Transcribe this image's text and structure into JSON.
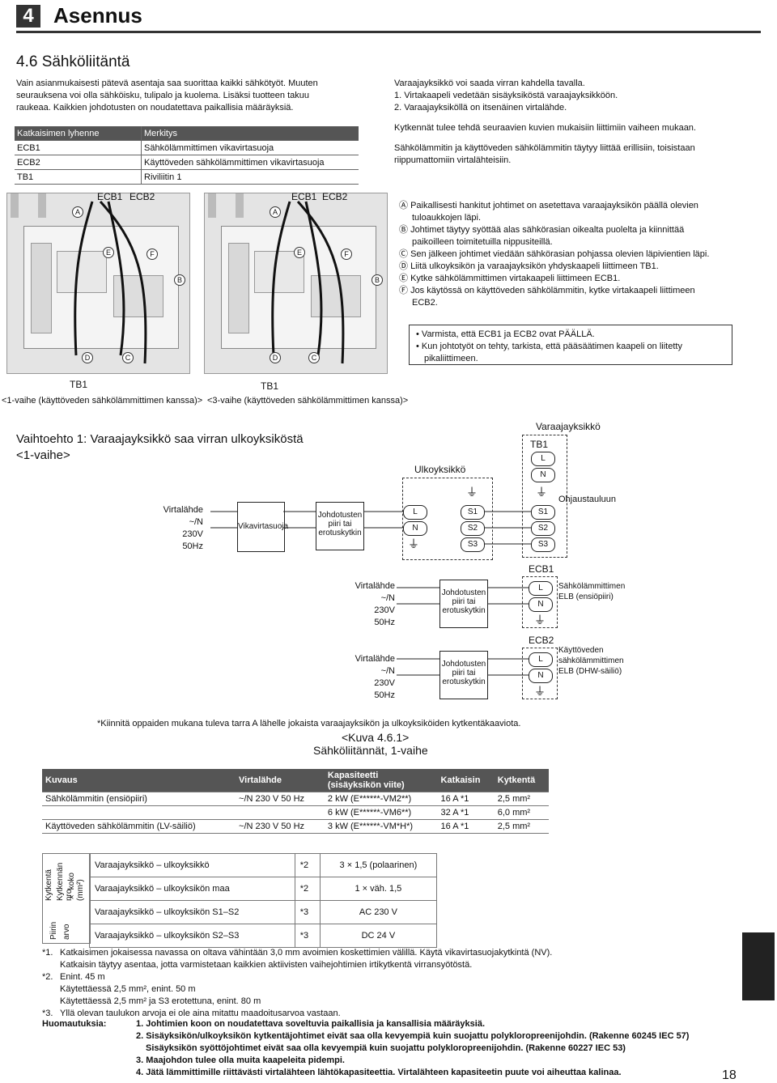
{
  "header": {
    "number": "4",
    "title": "Asennus"
  },
  "section_title": "4.6 Sähköliitäntä",
  "intro": {
    "line1": "Vain asianmukaisesti pätevä asentaja saa suorittaa kaikki sähkötyöt. Muuten",
    "line2": "seurauksena voi olla sähköisku, tulipalo ja kuolema. Lisäksi tuotteen takuu",
    "line3": "raukeaa. Kaikkien johdotusten on noudatettava paikallisia määräyksiä."
  },
  "abbr_table": {
    "headers": [
      "Katkaisimen lyhenne",
      "Merkitys"
    ],
    "rows": [
      [
        "ECB1",
        "Sähkölämmittimen vikavirtasuoja"
      ],
      [
        "ECB2",
        "Käyttöveden sähkölämmittimen vikavirtasuoja"
      ],
      [
        "TB1",
        "Riviliitin 1"
      ]
    ]
  },
  "right_text": {
    "p1": "Varaajayksikkö voi saada virran kahdella tavalla.",
    "p1a": "1. Virtakaapeli vedetään sisäyksiköstä varaajayksikköön.",
    "p1b": "2. Varaajayksiköllä on itsenäinen virtalähde.",
    "p2": "Kytkennät tulee tehdä seuraavien kuvien mukaisiin liittimiin vaiheen mukaan.",
    "p3a": "Sähkölämmitin ja käyttöveden sähkölämmitin täytyy liittää erillisiin, toisistaan",
    "p3b": "riippumattomiin virtalähteisiin."
  },
  "legend": [
    {
      "mark": "Ⓐ",
      "text": "Paikallisesti hankitut johtimet on asetettava varaajayksikön päällä olevien",
      "text2": "tuloaukkojen läpi."
    },
    {
      "mark": "Ⓑ",
      "text": "Johtimet täytyy syöttää alas sähkörasian oikealta puolelta ja kiinnittää",
      "text2": "paikoilleen toimitetuilla nippusiteillä."
    },
    {
      "mark": "Ⓒ",
      "text": "Sen jälkeen johtimet viedään sähkörasian pohjassa olevien läpivientien läpi.",
      "text2": ""
    },
    {
      "mark": "Ⓓ",
      "text": "Liitä ulkoyksikön ja varaajayksikön yhdyskaapeli liittimeen TB1.",
      "text2": ""
    },
    {
      "mark": "Ⓔ",
      "text": "Kytke sähkölämmittimen virtakaapeli liittimeen ECB1.",
      "text2": ""
    },
    {
      "mark": "Ⓕ",
      "text": "Jos käytössä on käyttöveden sähkölämmitin, kytke virtakaapeli liittimeen",
      "text2": "ECB2."
    }
  ],
  "check_box": {
    "b1": "Varmista, että ECB1 ja ECB2 ovat PÄÄLLÄ.",
    "b2": "Kun johtotyöt on tehty, tarkista, että pääsäätimen kaapeli on liitetty",
    "b2b": "pikaliittimeen."
  },
  "photos": {
    "ecb1": "ECB1",
    "ecb2": "ECB2",
    "tb1": "TB1",
    "a": "A",
    "b": "B",
    "c": "C",
    "d": "D",
    "e": "E",
    "f": "F",
    "caption_left": "<1-vaihe (käyttöveden sähkölämmittimen kanssa)>",
    "caption_right": "<3-vaihe (käyttöveden sähkölämmittimen kanssa)>"
  },
  "diagram": {
    "title1": "Vaihtoehto 1: Varaajayksikkö saa virran ulkoyksiköstä",
    "title2": "<1-vaihe>",
    "varaaja": "Varaajayksikkö",
    "tb1": "TB1",
    "ulko": "Ulkoyksikkö",
    "ohjaus": "Ohjaustauluun",
    "virta1": [
      "Virtalähde",
      "~/N",
      "230V",
      "50Hz"
    ],
    "vika": "Vikavirtasuoja",
    "johd": [
      "Johdotusten",
      "piiri tai",
      "erotuskytkin"
    ],
    "ecb1": "ECB1",
    "ecb2": "ECB2",
    "ecb1_desc": [
      "Sähkölämmittimen",
      "ELB (ensiöpiiri)"
    ],
    "ecb2_desc": [
      "Käyttöveden",
      "sähkölämmittimen",
      "ELB (DHW-säiliö)"
    ],
    "terms": {
      "l": "L",
      "n": "N",
      "s1": "S1",
      "s2": "S2",
      "s3": "S3"
    },
    "footnote": "*Kiinnitä oppaiden mukana tuleva tarra A lähelle jokaista varaajayksikön ja ulkoyksiköiden kytkentäkaaviota.",
    "fig_no": "<Kuva 4.6.1>",
    "fig_title": "Sähköliitännät, 1-vaihe"
  },
  "spec_table": {
    "headers": [
      "Kuvaus",
      "Virtalähde",
      "Kapasiteetti",
      "Katkaisin",
      "Kytkentä"
    ],
    "header_sub": "(sisäyksikön viite)",
    "rows": [
      [
        "Sähkölämmitin (ensiöpiiri)",
        "~/N 230 V 50 Hz",
        "2 kW (E******-VM2**)",
        "16 A *1",
        "2,5 mm²"
      ],
      [
        "",
        "",
        "6 kW (E******-VM6**)",
        "32 A *1",
        "6,0 mm²"
      ],
      [
        "Käyttöveden sähkölämmitin (LV-säiliö)",
        "~/N 230 V 50 Hz",
        "3 kW (E******-VM*H*)",
        "16 A *1",
        "2,5 mm²"
      ]
    ]
  },
  "wire_table": {
    "side1": "Kytkentä",
    "side1b": "Kytkennän nro",
    "side1c": "× koko (mm²)",
    "side2": "Piirin",
    "side2b": "arvo",
    "rows": [
      [
        "Varaajayksikkö – ulkoyksikkö",
        "*2",
        "3 × 1,5 (polaarinen)"
      ],
      [
        "Varaajayksikkö – ulkoyksikön maa",
        "*2",
        "1 × väh. 1,5"
      ],
      [
        "Varaajayksikkö – ulkoyksikön S1–S2",
        "*3",
        "AC 230 V"
      ],
      [
        "Varaajayksikkö – ulkoyksikön S2–S3",
        "*3",
        "DC 24 V"
      ]
    ]
  },
  "notes": {
    "n1k": "*1.",
    "n1": "Katkaisimen jokaisessa navassa on oltava vähintään 3,0 mm avoimien koskettimien välillä. Käytä vikavirtasuojakytkintä (NV).",
    "n1b": "Katkaisin täytyy asentaa, jotta varmistetaan kaikkien aktiivisten vaihejohtimien irtikytkentä virransyötöstä.",
    "n2k": "*2.",
    "n2": "Enint. 45 m",
    "n2b": "Käytettäessä 2,5 mm², enint. 50 m",
    "n2c": "Käytettäessä 2,5 mm² ja S3 erotettuna, enint. 80 m",
    "n3k": "*3.",
    "n3": "Yllä olevan taulukon arvoja ei ole aina mitattu maadoitusarvoa vastaan."
  },
  "remarks": {
    "label": "Huomautuksia:",
    "r1": "1. Johtimien koon on noudatettava soveltuvia paikallisia ja kansallisia määräyksiä.",
    "r2": "2. Sisäyksikön/ulkoyksikön kytkentäjohtimet eivät saa olla kevyempiä kuin suojattu polykloropreenijohdin. (Rakenne 60245 IEC 57)",
    "r2b": "Sisäyksikön syöttöjohtimet eivät saa olla kevyempiä kuin suojattu polykloropreenijohdin. (Rakenne 60227 IEC 53)",
    "r3": "3. Maajohdon tulee olla muita kaapeleita pidempi.",
    "r4": "4. Jätä lämmittimille riittävästi virtalähteen lähtökapasiteettia. Virtalähteen kapasiteetin puute voi aiheuttaa kalinaa."
  },
  "page_number": "18"
}
